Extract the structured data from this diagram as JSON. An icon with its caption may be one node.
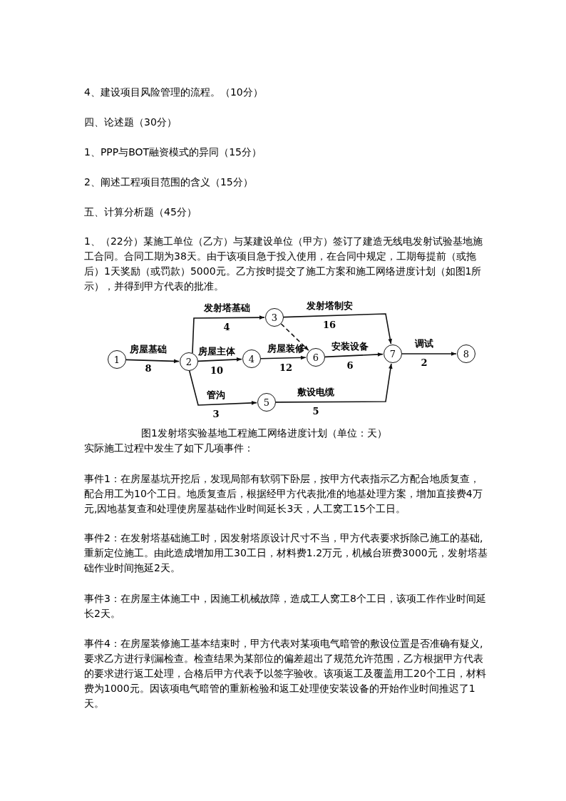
{
  "diagram": {
    "caption": "图1发射塔实验基地工程施工网络进度计划（单位：天）",
    "nodes": [
      {
        "text": [
          "1"
        ]
      },
      {
        "text": [
          "2"
        ]
      },
      {
        "text": [
          "3"
        ]
      },
      {
        "text": [
          "4"
        ]
      },
      {
        "text": [
          "5"
        ]
      },
      {
        "text": [
          "6"
        ]
      },
      {
        "text": [
          "7"
        ]
      },
      {
        "text": [
          "8"
        ]
      }
    ],
    "edges": [
      {
        "from": 0,
        "to": 1,
        "arrow": "to",
        "label": "房屋基础 8"
      },
      {
        "from": 1,
        "to": 2,
        "arrow": "to",
        "label": "发射塔基础 4"
      },
      {
        "from": 1,
        "to": 3,
        "arrow": "to",
        "label": "房屋主体 10"
      },
      {
        "from": 1,
        "to": 4,
        "arrow": "to",
        "label": "管沟 3"
      },
      {
        "from": 2,
        "to": 5,
        "arrow": "to",
        "style": "dashed"
      },
      {
        "from": 2,
        "to": 6,
        "arrow": "to",
        "label": "发射塔制安 16"
      },
      {
        "from": 3,
        "to": 5,
        "arrow": "to",
        "label": "房屋装修 12"
      },
      {
        "from": 5,
        "to": 6,
        "arrow": "to",
        "label": "安装设备 6"
      },
      {
        "from": 4,
        "to": 6,
        "arrow": "to",
        "label": "敷设电缆 5"
      },
      {
        "from": 6,
        "to": 7,
        "arrow": "to",
        "label": "调试 2"
      }
    ],
    "labels": [
      "4、建设项目风险管理的流程。（10分）",
      "四、论述题（30分）",
      "1、PPP与BOT融资模式的异同（15分）",
      "2、阐述工程项目范围的含义（15分）",
      "五、计算分析题（45分）",
      "1、（22分）某施工单位（乙方）与某建设单位（甲方）签订了建造无线电发射试验基地施工合同。合同工期为38天。由于该项目急于投入使用，在合同中规定，工期每提前（或拖后）1天奖励（或罚款）5000元。乙方按时提交了施工方案和施工网络进度计划（如图1所示），并得到甲方代表的批准。",
      "实际施工过程中发生了如下几项事件：",
      "事件1：在房屋基坑开挖后，发现局部有软弱下卧层，按甲方代表指示乙方配合地质复查，配合用工为10个工日。地质复查后，根据经甲方代表批准的地基处理方案，增加直接费4万元,因地基复查和处理使房屋基础作业时间延长3天，人工窝工15个工日。",
      "事件2：在发射塔基础施工时，因发射塔原设计尺寸不当，甲方代表要求拆除己施工的基础,重新定位施工。由此造成增加用工30工日，材料费1.2万元，机械台班费3000元，发射塔基础作业时间拖延2天。",
      "事件3：在房屋主体施工中，因施工机械故障，造成工人窝工8个工日，该项工作作业时间延长2天。",
      "事件4：在房屋装修施工基本结束时，甲方代表对某项电气暗管的敷设位置是否准确有疑义,要求乙方进行剥漏检查。检查结果为某部位的偏差超出了规范允许范围，乙方根据甲方代表的要求进行返工处理，合格后甲方代表予以签字验收。该项返工及覆盖用工20个工日，材料费为1000元。因该项电气暗管的重新检验和返工处理使安装设备的开始作业时间推迟了1天。"
    ]
  }
}
